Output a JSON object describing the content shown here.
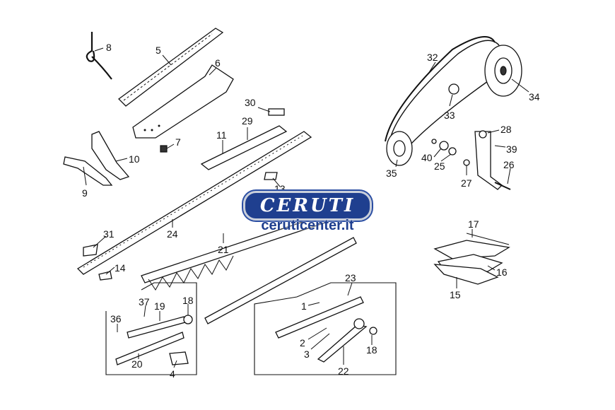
{
  "diagram": {
    "labels": [
      "8",
      "5",
      "6",
      "30",
      "29",
      "11",
      "7",
      "10",
      "9",
      "13",
      "33",
      "31",
      "24",
      "21",
      "14",
      "37",
      "19",
      "18",
      "36",
      "20",
      "4",
      "23",
      "1",
      "2",
      "3",
      "22",
      "18",
      "32",
      "34",
      "33",
      "28",
      "39",
      "40",
      "25",
      "26",
      "27",
      "35",
      "17",
      "16",
      "15"
    ]
  },
  "logo": {
    "name": "CERUTI",
    "site": "ceruticenter.it"
  }
}
